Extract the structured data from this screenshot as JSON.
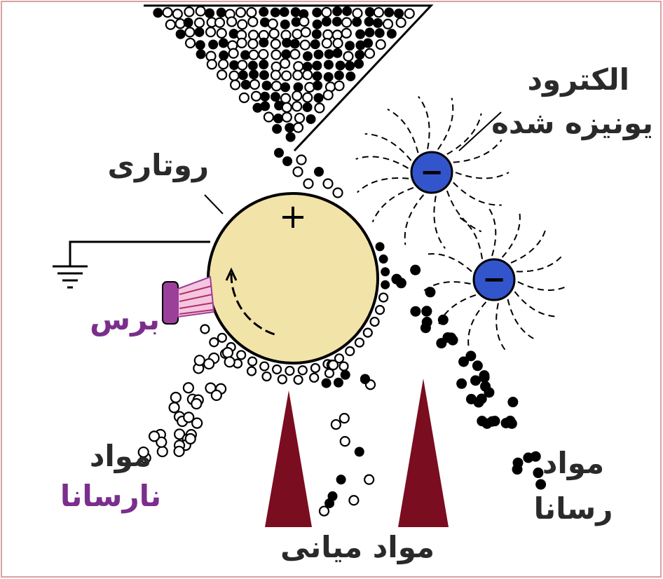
{
  "labels": {
    "rotary": "روتاری",
    "electrode_line1": "الکترود",
    "electrode_line2": "یونیزه شده",
    "brush": "برس",
    "nonconductive_line1": "مواد",
    "nonconductive_line2": "نارسانا",
    "conductive_line1": "مواد",
    "conductive_line2": "رسانا",
    "middlings": "مواد میانی"
  },
  "symbols": {
    "rotor_charge": "+",
    "electrode_charge": "−"
  },
  "colors": {
    "frame": "#d9a0a0",
    "rotor_fill": "#f2e3a9",
    "electrode_fill": "#3355cc",
    "splitter_fill": "#7a0d1f",
    "brush_fill": "#9b3f9b",
    "label_text": "#2a2a2a",
    "label_purple": "#7b2e8c"
  }
}
